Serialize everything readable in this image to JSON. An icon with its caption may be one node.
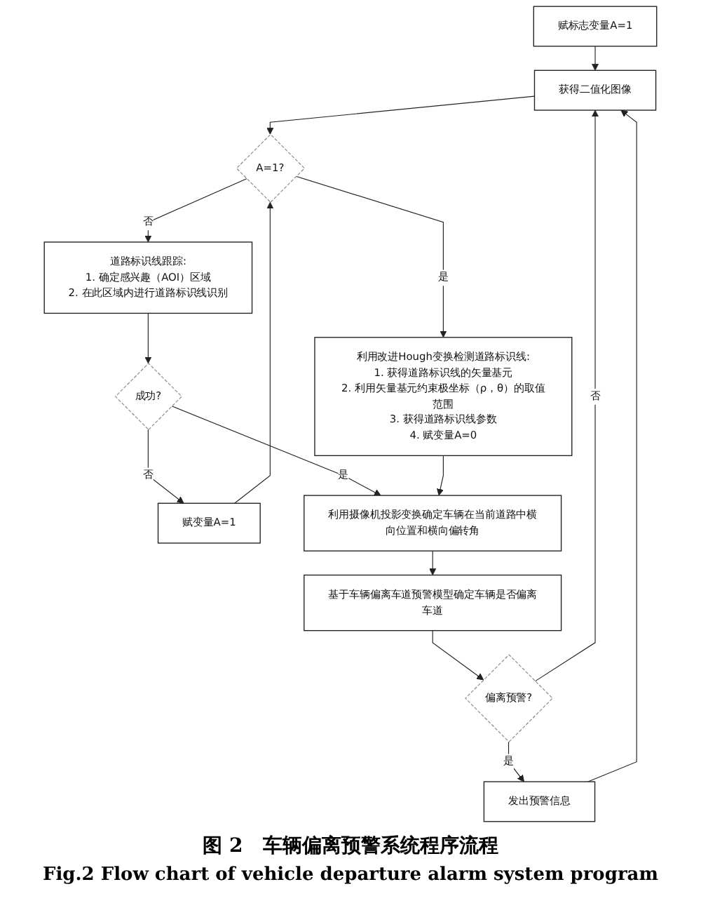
{
  "diagram": {
    "caption": "图 2　车辆偏离预警系统程序流程",
    "nodes": [
      {
        "text": [
          "赋标志变量A=1"
        ]
      },
      {
        "text": [
          "获得二值化图像"
        ]
      },
      {
        "text": [
          "A=1?"
        ]
      },
      {
        "text": [
          "利用改进Hough变换检测道路标识线:",
          "1. 获得道路标识线的矢量基元",
          "2. 利用矢量基元约束极坐标（ρ，θ）的取值范围",
          "3. 获得道路标识线参数",
          "4. 赋变量A=0"
        ]
      },
      {
        "text": [
          "道路标识线跟踪:",
          "1. 确定感兴趣（AOI）区域",
          "2. 在此区域内进行道路标识线识别"
        ]
      },
      {
        "text": [
          "赋变量A=1"
        ]
      },
      {
        "text": [
          "成功?"
        ]
      },
      {
        "text": [
          "利用摄像机投影变换确定车辆在当前道路中横向位置和横向偏转角"
        ]
      },
      {
        "text": [
          "基于车辆偏离车道预警模型确定车辆是否偏离车道"
        ]
      },
      {
        "text": [
          "偏离预警?"
        ]
      },
      {
        "text": [
          "发出预警信息"
        ]
      }
    ],
    "edges": [
      {
        "from": 0,
        "to": 1,
        "arrow": "to"
      },
      {
        "from": 1,
        "to": 2,
        "arrow": "to"
      },
      {
        "from": 2,
        "to": 3,
        "arrow": "to",
        "label": "是"
      },
      {
        "from": 2,
        "to": 4,
        "arrow": "to",
        "label": "否"
      },
      {
        "from": 4,
        "to": 6,
        "arrow": "to"
      },
      {
        "from": 6,
        "to": 7,
        "arrow": "to",
        "label": "是"
      },
      {
        "from": 6,
        "to": 5,
        "arrow": "to",
        "label": "否"
      },
      {
        "from": 5,
        "to": 2,
        "arrow": "to"
      },
      {
        "from": 3,
        "to": 7,
        "arrow": "to"
      },
      {
        "from": 7,
        "to": 8,
        "arrow": "to"
      },
      {
        "from": 8,
        "to": 9,
        "arrow": "to"
      },
      {
        "from": 9,
        "to": 10,
        "arrow": "to",
        "label": "是"
      },
      {
        "from": 9,
        "to": 1,
        "arrow": "to",
        "label": "否"
      },
      {
        "from": 10,
        "to": 1,
        "arrow": "to"
      }
    ],
    "labels": [
      "Fig.2 Flow chart of vehicle departure alarm system program"
    ]
  }
}
